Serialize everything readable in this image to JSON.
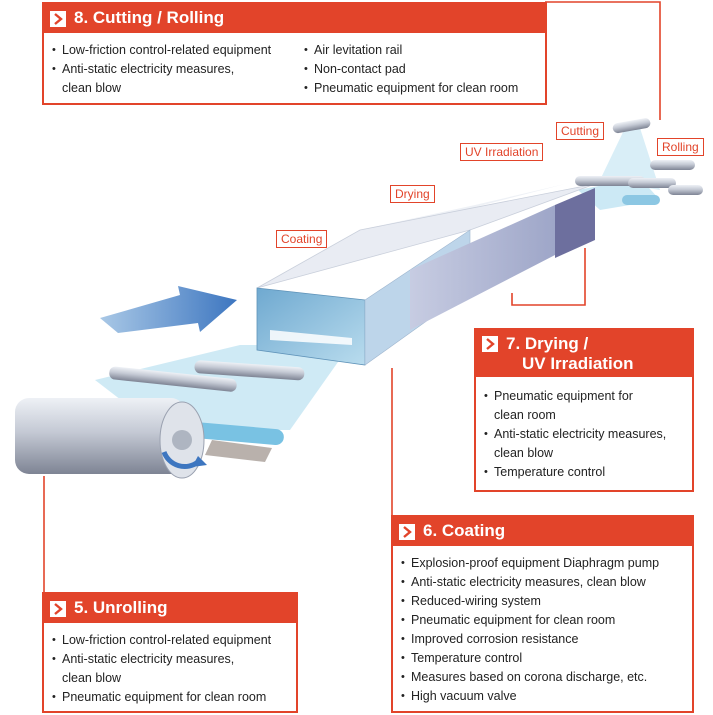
{
  "panels": {
    "cutting": {
      "title": "8. Cutting / Rolling",
      "left_col": [
        {
          "lines": [
            "Low-friction control-related equipment"
          ]
        },
        {
          "lines": [
            "Anti-static electricity measures,",
            "clean blow"
          ]
        }
      ],
      "right_col": [
        {
          "lines": [
            "Air levitation rail"
          ]
        },
        {
          "lines": [
            "Non-contact pad"
          ]
        },
        {
          "lines": [
            "Pneumatic equipment for clean room"
          ]
        }
      ]
    },
    "drying": {
      "title_lines": [
        "7. Drying /",
        "UV Irradiation"
      ],
      "items": [
        {
          "lines": [
            "Pneumatic equipment for",
            "clean room"
          ]
        },
        {
          "lines": [
            "Anti-static electricity measures,",
            "clean blow"
          ]
        },
        {
          "lines": [
            "Temperature control"
          ]
        }
      ]
    },
    "coating": {
      "title": "6. Coating",
      "items": [
        {
          "lines": [
            "Explosion-proof equipment   Diaphragm pump"
          ]
        },
        {
          "lines": [
            "Anti-static electricity measures, clean blow"
          ]
        },
        {
          "lines": [
            "Reduced-wiring system"
          ]
        },
        {
          "lines": [
            "Pneumatic equipment for clean room"
          ]
        },
        {
          "lines": [
            "Improved corrosion resistance"
          ]
        },
        {
          "lines": [
            "Temperature control"
          ]
        },
        {
          "lines": [
            "Measures based on corona discharge, etc."
          ]
        },
        {
          "lines": [
            "High vacuum valve"
          ]
        }
      ]
    },
    "unrolling": {
      "title": "5. Unrolling",
      "items": [
        {
          "lines": [
            "Low-friction control-related equipment"
          ]
        },
        {
          "lines": [
            "Anti-static electricity measures,",
            "clean blow"
          ]
        },
        {
          "lines": [
            "Pneumatic equipment for clean room"
          ]
        }
      ]
    }
  },
  "stage_labels": {
    "coating": "Coating",
    "drying": "Drying",
    "uv": "UV Irradiation",
    "cutting": "Cutting",
    "rolling": "Rolling"
  },
  "colors": {
    "accent": "#e2442a",
    "film": "#bfe3f2",
    "box_front": "#7bb3d6",
    "box_uv": "#6d6f9e",
    "roller": "#c7ccd6"
  }
}
